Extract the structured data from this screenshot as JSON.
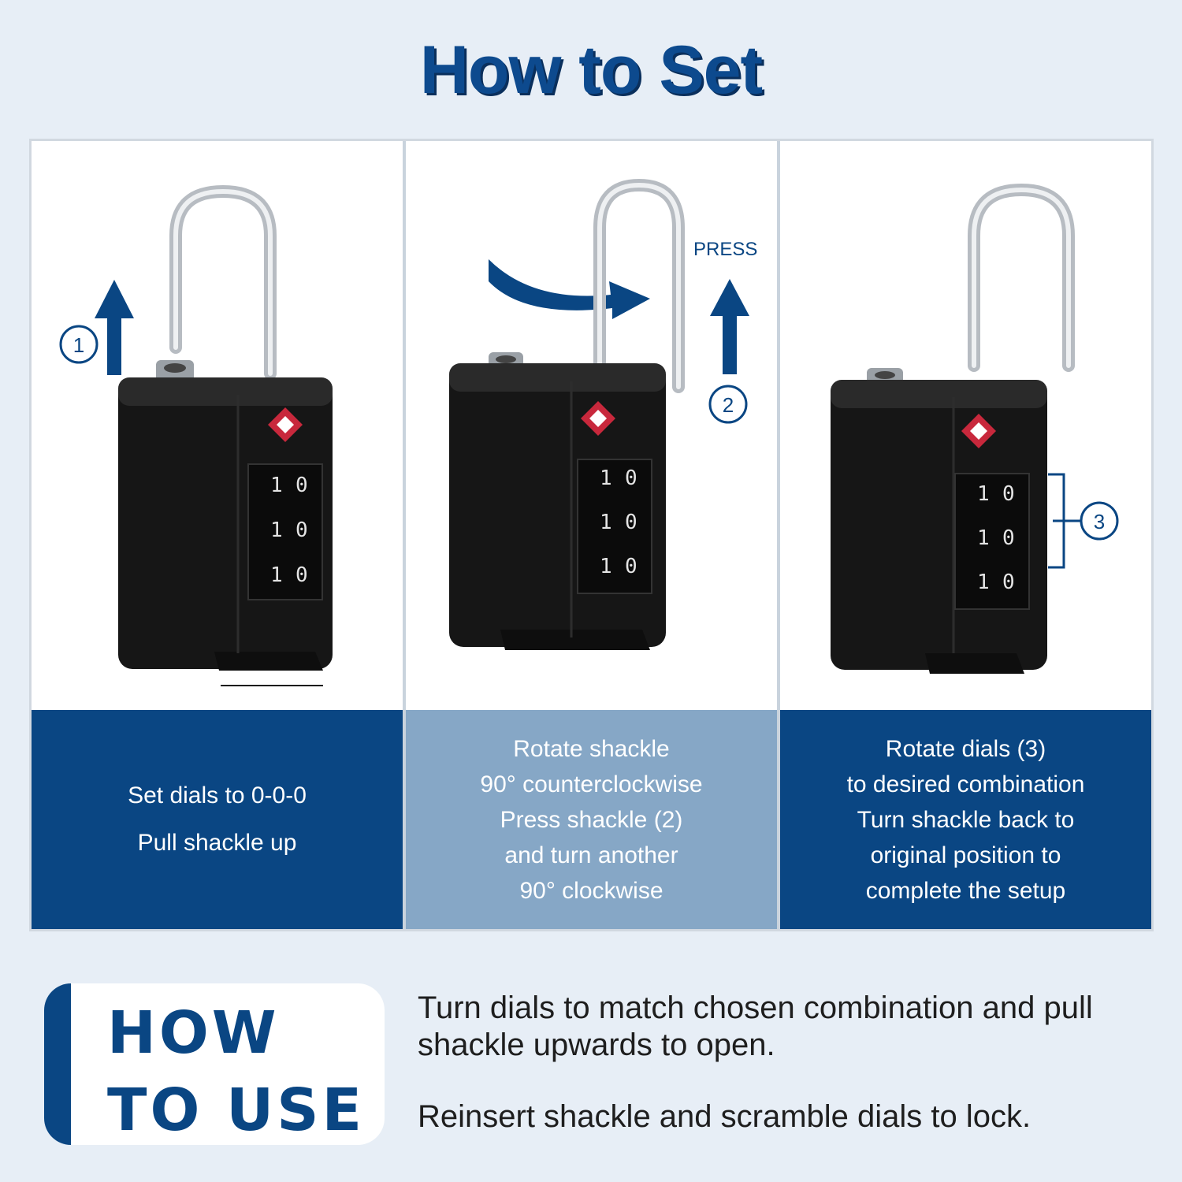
{
  "title": "How to Set",
  "steps": [
    {
      "marker": "1",
      "lines": [
        "Set dials to 0-0-0",
        "Pull shackle up"
      ]
    },
    {
      "marker": "2",
      "press_label": "PRESS",
      "lines": [
        "Rotate shackle",
        "90° counterclockwise",
        "Press shackle (2)",
        "and turn another",
        "90° clockwise"
      ]
    },
    {
      "marker": "3",
      "lines": [
        "Rotate dials (3)",
        "to desired combination",
        "Turn shackle back to",
        "original position to",
        "complete the setup"
      ]
    }
  ],
  "dial_digits": [
    "1",
    "0"
  ],
  "how_to_use": {
    "line1": "HOW",
    "line2": "TO USE"
  },
  "usage": [
    "Turn dials to match chosen combination and pull shackle upwards to open.",
    "Reinsert shackle and scramble dials to lock."
  ],
  "colors": {
    "brand_blue": "#0a4683",
    "light_blue": "#86a7c6",
    "background": "#e7eef6",
    "tsa_red": "#c8283c"
  }
}
